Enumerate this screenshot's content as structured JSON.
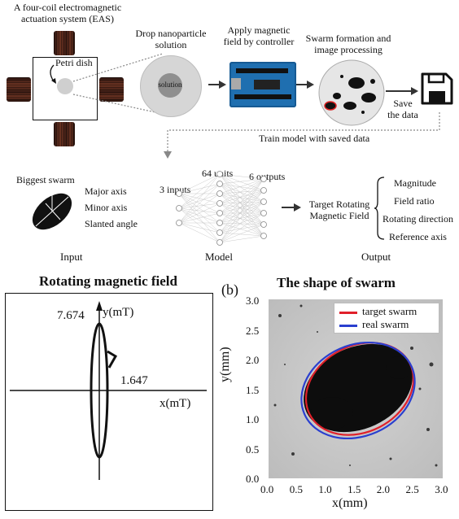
{
  "top": {
    "eas_title": "A four-coil electromagnetic actuation system (EAS)",
    "petri_label": "Petri dish",
    "step1": "Drop nanoparticle solution",
    "solution_label": "solution",
    "step2": "Apply magnetic field by controller",
    "step3": "Swarm formation and image processing",
    "step4": "Save the data",
    "train_label": "Train model with saved data"
  },
  "model_row": {
    "biggest_swarm": "Biggest swarm",
    "features": [
      "Major axis",
      "Minor axis",
      "Slanted angle"
    ],
    "inputs_label": "3 inputs",
    "units_label": "64 units",
    "outputs_label": "6 outputs",
    "target_label": "Target Rotating Magnetic Field",
    "outputs": [
      "Magnitude",
      "Field ratio",
      "Rotating direction",
      "Reference axis"
    ],
    "captions": [
      "Input",
      "Model",
      "Output"
    ]
  },
  "left_panel": {
    "title": "Rotating magnetic field",
    "y_axis_label": "y(mT)",
    "x_axis_label": "x(mT)",
    "y_value": "7.674",
    "x_value": "1.647"
  },
  "right_panel": {
    "panel_letter": "(b)",
    "title": "The shape of swarm",
    "legend": [
      {
        "label": "target swarm",
        "color": "#e0202a"
      },
      {
        "label": "real swarm",
        "color": "#2a3fcf"
      }
    ],
    "x_ticks": [
      "0.0",
      "0.5",
      "1.0",
      "1.5",
      "2.0",
      "2.5",
      "3.0"
    ],
    "y_ticks": [
      "3.0",
      "2.5",
      "2.0",
      "1.5",
      "1.0",
      "0.5",
      "0.0"
    ],
    "xlabel": "x(mm)",
    "ylabel": "y(mm)"
  }
}
